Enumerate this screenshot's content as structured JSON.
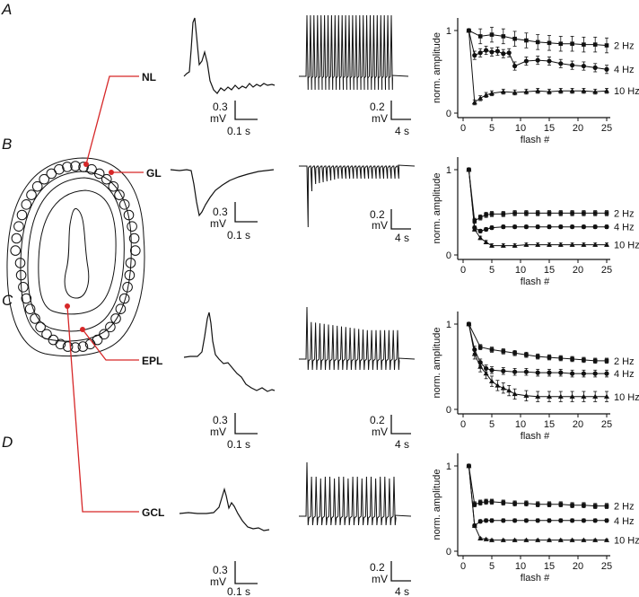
{
  "panels": [
    "A",
    "B",
    "C",
    "D"
  ],
  "regions": [
    {
      "label": "NL",
      "amp": "0.3",
      "amp_unit": "mV",
      "time": "0.1 s",
      "train_amp": "0.2",
      "train_unit": "mV",
      "train_time": "4 s"
    },
    {
      "label": "GL",
      "amp": "0.3",
      "amp_unit": "mV",
      "time": "0.1 s",
      "train_amp": "0.2",
      "train_unit": "mV",
      "train_time": "4 s"
    },
    {
      "label": "EPL",
      "amp": "0.3",
      "amp_unit": "mV",
      "time": "0.1 s",
      "train_amp": "0.2",
      "train_unit": "mV",
      "train_time": "4 s"
    },
    {
      "label": "GCL",
      "amp": "0.3",
      "amp_unit": "mV",
      "time": "0.1 s",
      "train_amp": "0.2",
      "train_unit": "mV",
      "train_time": "4 s"
    }
  ],
  "colors": {
    "marker": "#d62728",
    "trace": "#111111"
  },
  "chart_data": [
    {
      "type": "line",
      "panel": "A",
      "xlabel": "flash #",
      "ylabel": "norm. amplitude",
      "xlim": [
        0,
        25
      ],
      "ylim": [
        0,
        1
      ],
      "xticks": [
        "0",
        "5",
        "10",
        "15",
        "20",
        "25"
      ],
      "yticks": [
        "0",
        "1"
      ],
      "series": [
        {
          "name": "2 Hz",
          "x": [
            1,
            3,
            5,
            7,
            9,
            11,
            13,
            15,
            17,
            19,
            21,
            23,
            25
          ],
          "y": [
            1.0,
            0.93,
            0.95,
            0.93,
            0.9,
            0.88,
            0.86,
            0.85,
            0.84,
            0.84,
            0.83,
            0.83,
            0.82
          ],
          "err": 0.09
        },
        {
          "name": "4 Hz",
          "x": [
            1,
            2,
            3,
            4,
            5,
            6,
            7,
            8,
            9,
            11,
            13,
            15,
            17,
            19,
            21,
            23,
            25
          ],
          "y": [
            1.0,
            0.7,
            0.73,
            0.76,
            0.74,
            0.75,
            0.72,
            0.73,
            0.57,
            0.63,
            0.64,
            0.63,
            0.6,
            0.58,
            0.57,
            0.55,
            0.53
          ],
          "err": 0.05
        },
        {
          "name": "10 Hz",
          "x": [
            1,
            2,
            3,
            4,
            5,
            7,
            9,
            11,
            13,
            15,
            17,
            19,
            21,
            23,
            25
          ],
          "y": [
            1.0,
            0.13,
            0.18,
            0.22,
            0.24,
            0.26,
            0.25,
            0.26,
            0.27,
            0.26,
            0.27,
            0.27,
            0.27,
            0.26,
            0.27
          ],
          "err": 0.03
        }
      ]
    },
    {
      "type": "line",
      "panel": "B",
      "xlabel": "flash #",
      "ylabel": "norm. amplitude",
      "xlim": [
        0,
        25
      ],
      "ylim": [
        0,
        1
      ],
      "xticks": [
        "0",
        "5",
        "10",
        "15",
        "20",
        "25"
      ],
      "yticks": [
        "0",
        "1"
      ],
      "series": [
        {
          "name": "2 Hz",
          "x": [
            1,
            2,
            3,
            4,
            5,
            7,
            9,
            11,
            13,
            15,
            17,
            19,
            21,
            23,
            25
          ],
          "y": [
            1.0,
            0.4,
            0.44,
            0.47,
            0.48,
            0.48,
            0.49,
            0.49,
            0.49,
            0.49,
            0.49,
            0.49,
            0.49,
            0.49,
            0.49
          ],
          "err": 0.03
        },
        {
          "name": "4 Hz",
          "x": [
            1,
            2,
            3,
            4,
            5,
            7,
            9,
            11,
            13,
            15,
            17,
            19,
            21,
            23,
            25
          ],
          "y": [
            1.0,
            0.32,
            0.28,
            0.3,
            0.32,
            0.33,
            0.33,
            0.33,
            0.33,
            0.33,
            0.33,
            0.33,
            0.33,
            0.33,
            0.33
          ],
          "err": 0.02
        },
        {
          "name": "10 Hz",
          "x": [
            1,
            2,
            3,
            4,
            5,
            7,
            9,
            11,
            13,
            15,
            17,
            19,
            21,
            23,
            25
          ],
          "y": [
            1.0,
            0.3,
            0.2,
            0.15,
            0.11,
            0.11,
            0.11,
            0.12,
            0.12,
            0.12,
            0.12,
            0.12,
            0.12,
            0.12,
            0.12
          ],
          "err": 0.02
        }
      ]
    },
    {
      "type": "line",
      "panel": "C",
      "xlabel": "flash #",
      "ylabel": "norm. amplitude",
      "xlim": [
        0,
        25
      ],
      "ylim": [
        0,
        1
      ],
      "xticks": [
        "0",
        "5",
        "10",
        "15",
        "20",
        "25"
      ],
      "yticks": [
        "0",
        "1"
      ],
      "series": [
        {
          "name": "2 Hz",
          "x": [
            1,
            3,
            5,
            7,
            9,
            11,
            13,
            15,
            17,
            19,
            21,
            23,
            25
          ],
          "y": [
            1.0,
            0.73,
            0.7,
            0.68,
            0.66,
            0.64,
            0.62,
            0.61,
            0.6,
            0.59,
            0.58,
            0.57,
            0.57
          ],
          "err": 0.03
        },
        {
          "name": "4 Hz",
          "x": [
            1,
            2,
            3,
            4,
            5,
            7,
            9,
            11,
            13,
            15,
            17,
            19,
            21,
            23,
            25
          ],
          "y": [
            1.0,
            0.7,
            0.55,
            0.48,
            0.46,
            0.45,
            0.44,
            0.44,
            0.43,
            0.43,
            0.43,
            0.42,
            0.42,
            0.42,
            0.42
          ],
          "err": 0.04
        },
        {
          "name": "10 Hz",
          "x": [
            1,
            2,
            3,
            4,
            5,
            6,
            7,
            8,
            9,
            11,
            13,
            15,
            17,
            19,
            21,
            23,
            25
          ],
          "y": [
            1.0,
            0.65,
            0.5,
            0.42,
            0.33,
            0.28,
            0.25,
            0.22,
            0.18,
            0.16,
            0.15,
            0.15,
            0.15,
            0.15,
            0.15,
            0.15,
            0.15
          ],
          "err": 0.06
        }
      ]
    },
    {
      "type": "line",
      "panel": "D",
      "xlabel": "flash #",
      "ylabel": "norm. amplitude",
      "xlim": [
        0,
        25
      ],
      "ylim": [
        0,
        1
      ],
      "xticks": [
        "0",
        "5",
        "10",
        "15",
        "20",
        "25"
      ],
      "yticks": [
        "0",
        "1"
      ],
      "series": [
        {
          "name": "2 Hz",
          "x": [
            1,
            2,
            3,
            4,
            5,
            7,
            9,
            11,
            13,
            15,
            17,
            19,
            21,
            23,
            25
          ],
          "y": [
            1.0,
            0.55,
            0.57,
            0.58,
            0.58,
            0.57,
            0.56,
            0.56,
            0.55,
            0.55,
            0.55,
            0.54,
            0.54,
            0.53,
            0.53
          ],
          "err": 0.03
        },
        {
          "name": "4 Hz",
          "x": [
            1,
            2,
            3,
            4,
            5,
            7,
            9,
            11,
            13,
            15,
            17,
            19,
            21,
            23,
            25
          ],
          "y": [
            1.0,
            0.3,
            0.35,
            0.36,
            0.36,
            0.36,
            0.36,
            0.36,
            0.36,
            0.36,
            0.36,
            0.36,
            0.36,
            0.36,
            0.36
          ],
          "err": 0.02
        },
        {
          "name": "10 Hz",
          "x": [
            1,
            2,
            3,
            4,
            5,
            7,
            9,
            11,
            13,
            15,
            17,
            19,
            21,
            23,
            25
          ],
          "y": [
            1.0,
            0.3,
            0.15,
            0.14,
            0.13,
            0.13,
            0.13,
            0.13,
            0.13,
            0.13,
            0.13,
            0.13,
            0.13,
            0.13,
            0.13
          ],
          "err": 0.01
        }
      ]
    }
  ]
}
